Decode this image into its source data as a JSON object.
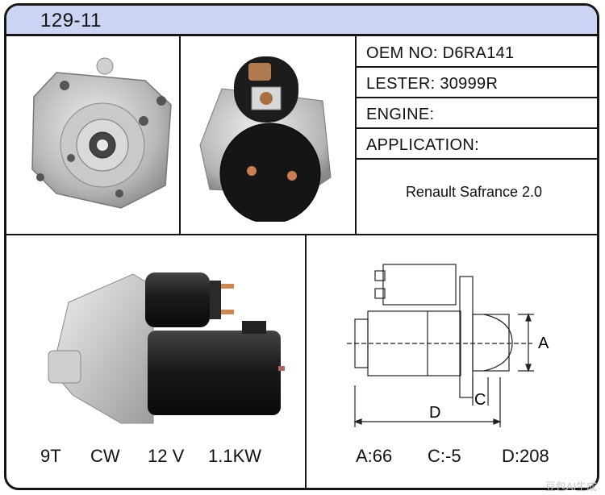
{
  "header": {
    "code": "129-11"
  },
  "info": {
    "oem_label": "OEM NO:",
    "oem_value": "D6RA141",
    "lester_label": "LESTER:",
    "lester_value": "30999R",
    "engine_label": "ENGINE:",
    "engine_value": "",
    "application_label": "APPLICATION:",
    "application_value": "Renault Safrance 2.0"
  },
  "specs": {
    "teeth": "9T",
    "rotation": "CW",
    "voltage": "12 V",
    "power": "1.1KW"
  },
  "dimensions": {
    "a": "A:66",
    "c": "C:-5",
    "d": "D:208",
    "label_a": "A",
    "label_c": "C",
    "label_d": "D"
  },
  "watermark": "豆包AI生成",
  "colors": {
    "header_bg": "#cdd3f2",
    "border": "#161616"
  }
}
